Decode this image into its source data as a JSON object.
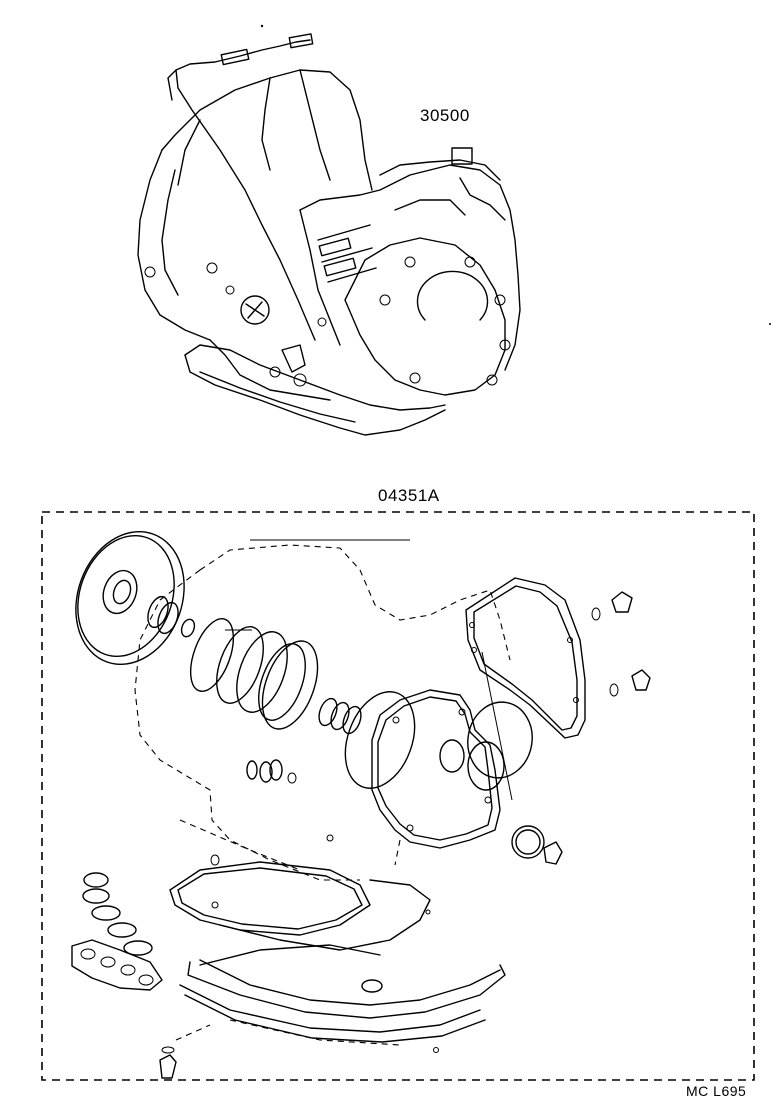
{
  "labels": {
    "assembly_part": "30500",
    "kit_part": "04351A",
    "diagram_code": "MC L695"
  },
  "colors": {
    "line": "#000000",
    "background": "#ffffff"
  }
}
